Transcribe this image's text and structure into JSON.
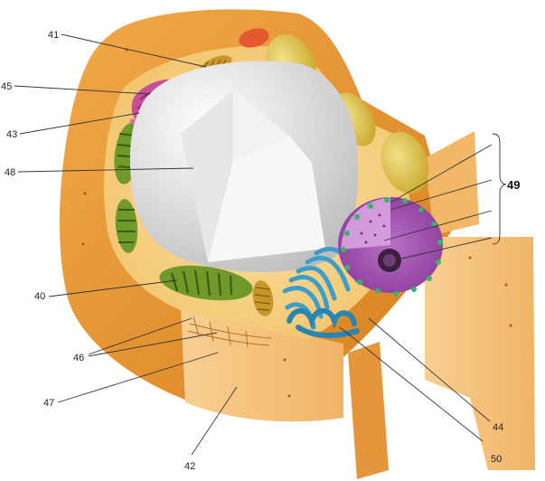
{
  "labels": {
    "l41": "41",
    "l45": "45",
    "l43": "43",
    "l48": "48",
    "l40": "40",
    "l46": "46",
    "l47": "47",
    "l42": "42",
    "l49": "49",
    "l44": "44",
    "l50": "50"
  },
  "colors": {
    "wall_outer": "#e8952e",
    "wall_light": "#f6c37a",
    "cytoplasm": "#f7cf82",
    "vacuole": "#d9d9d9",
    "chloroplast": "#6f9a2a",
    "nucleus": "#a457b3",
    "golgi": "#c74f9a",
    "er": "#3d9ec9",
    "mitochondria": "#c9962a",
    "green_dots": "#38b46a"
  }
}
